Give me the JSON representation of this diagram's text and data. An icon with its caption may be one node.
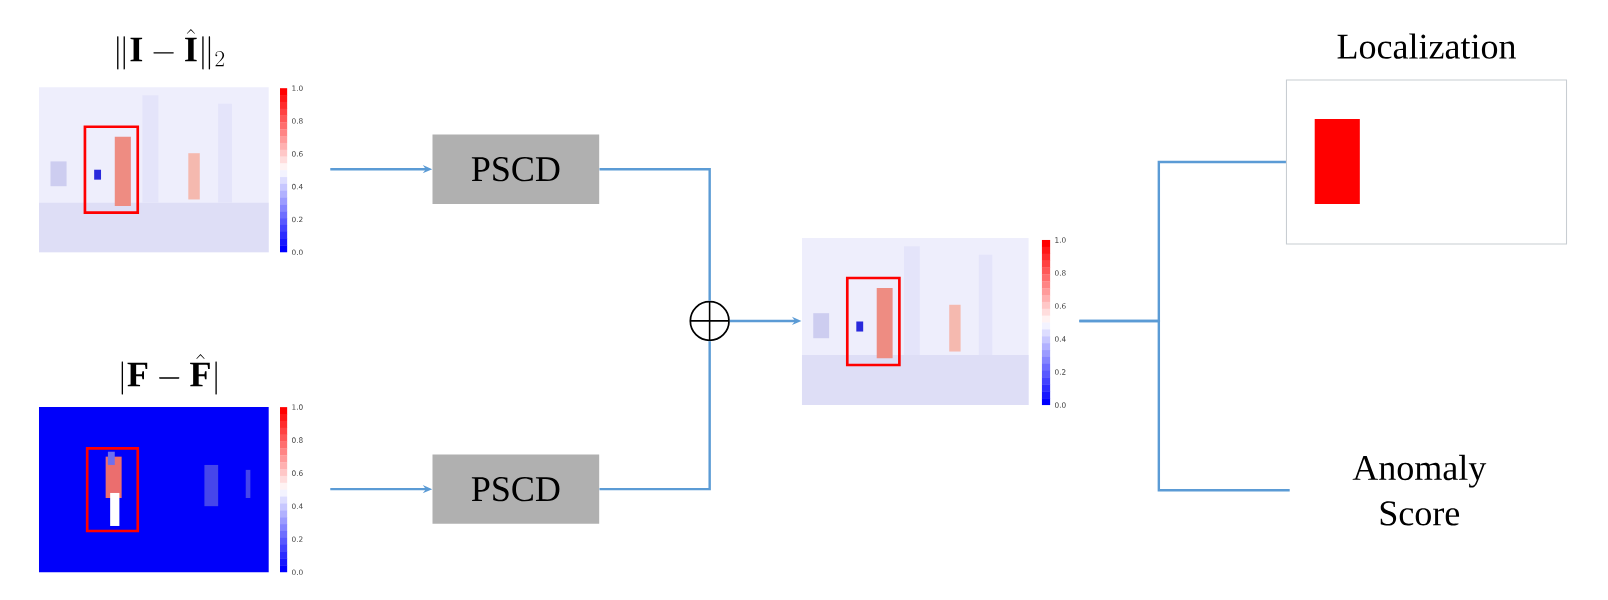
{
  "diagram": {
    "nodes": [
      {
        "text": [
          "\\| \\mathbf{I} - \\hat{\\mathbf{I}} \\|_2"
        ]
      },
      {
        "text": [
          "| \\mathbf{F} - \\hat{\\mathbf{F}} |"
        ]
      },
      {
        "text": [
          "PSCD"
        ]
      },
      {
        "text": [
          "PSCD"
        ]
      },
      {
        "text": [],
        "shape": "circle"
      },
      {
        "text": [],
        "shape": "picture"
      },
      {
        "text": [
          "Localization"
        ]
      },
      {
        "text": [
          "Anomaly Score"
        ]
      }
    ],
    "edges": [
      {
        "from": 0,
        "to": 2,
        "arrow": "to"
      },
      {
        "from": 1,
        "to": 3,
        "arrow": "to"
      },
      {
        "from": 2,
        "to": 4,
        "arrow": "none"
      },
      {
        "from": 3,
        "to": 4,
        "arrow": "none"
      },
      {
        "from": 4,
        "to": 5,
        "arrow": "to"
      },
      {
        "from": 5,
        "to": 6,
        "arrow": "none"
      },
      {
        "from": 5,
        "to": 7,
        "arrow": "none"
      }
    ],
    "labels": [
      "1.0",
      "0.8",
      "0.6",
      "0.4",
      "0.2",
      "0.0",
      "1.0",
      "0.8",
      "0.6",
      "0.4",
      "0.2",
      "0.0",
      "1.0",
      "0.8",
      "0.6",
      "0.4",
      "0.2",
      "0.0"
    ]
  }
}
